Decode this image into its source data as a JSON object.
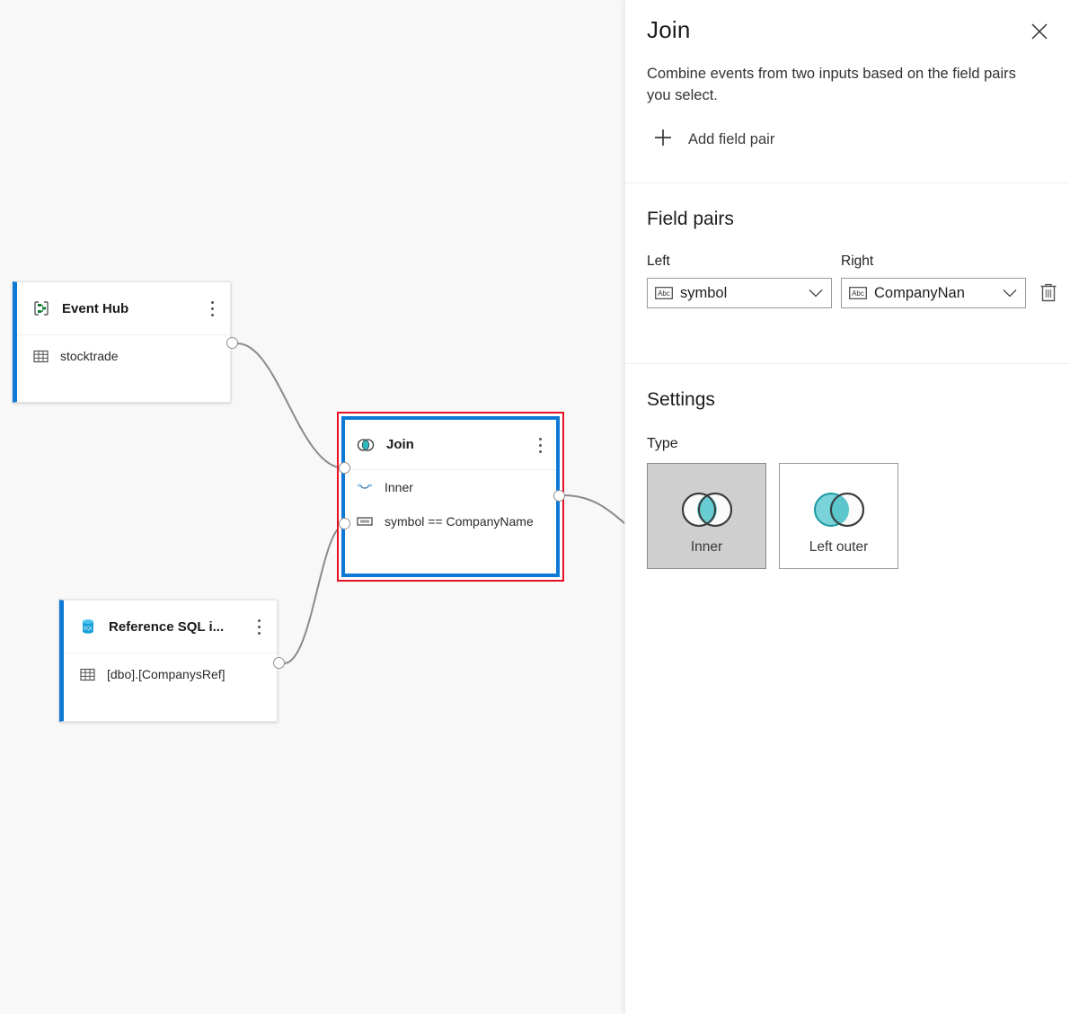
{
  "canvas": {
    "nodes": [
      {
        "id": "eventhub",
        "title": "Event Hub",
        "icon": "event-hub-icon",
        "row_icon": "table-icon",
        "row_text": "stocktrade"
      },
      {
        "id": "sqlref",
        "title": "Reference SQL i...",
        "icon": "sql-database-icon",
        "row_icon": "table-icon",
        "row_text": "[dbo].[CompanysRef]"
      },
      {
        "id": "join",
        "title": "Join",
        "icon": "join-venn-icon",
        "selected": true,
        "rows": [
          {
            "icon": "join-type-icon",
            "text": "Inner"
          },
          {
            "icon": "field-match-icon",
            "text": "symbol == CompanyName"
          }
        ]
      }
    ],
    "menu_icon": "kebab-menu-icon",
    "accent": "#0f7ad6",
    "selection_color": "#e81123",
    "background": "#f8f8f8"
  },
  "panel": {
    "title": "Join",
    "close_icon": "close-icon",
    "description": "Combine events from two inputs based on the field pairs you select.",
    "add_field_pair": {
      "icon": "plus-icon",
      "label": "Add field pair"
    },
    "field_pairs": {
      "section_title": "Field pairs",
      "left_label": "Left",
      "right_label": "Right",
      "rows": [
        {
          "left_type_icon": "abc-string-icon",
          "left_value": "symbol",
          "right_type_icon": "abc-string-icon",
          "right_value": "CompanyNan",
          "delete_icon": "trash-icon",
          "chevron_icon": "chevron-down-icon"
        }
      ]
    },
    "settings": {
      "section_title": "Settings",
      "type_label": "Type",
      "options": [
        {
          "id": "inner",
          "label": "Inner",
          "icon": "venn-inner-icon",
          "selected": true
        },
        {
          "id": "left-outer",
          "label": "Left outer",
          "icon": "venn-left-outer-icon",
          "selected": false
        }
      ],
      "accent": "#3fc1c9"
    }
  }
}
